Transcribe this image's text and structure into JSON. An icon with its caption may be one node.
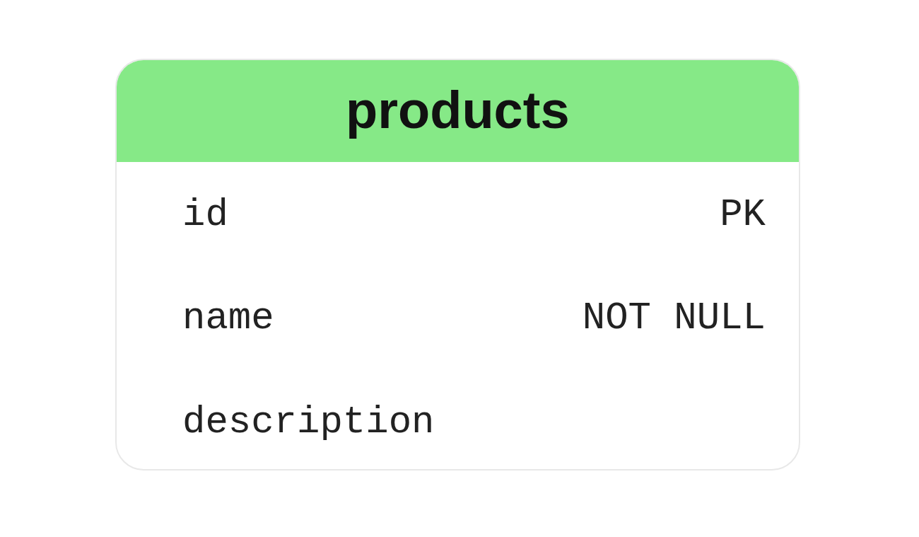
{
  "diagram": {
    "nodes": [
      {
        "text": [
          "products",
          "id",
          "PK",
          "name",
          "NOT NULL",
          "description"
        ]
      }
    ]
  }
}
